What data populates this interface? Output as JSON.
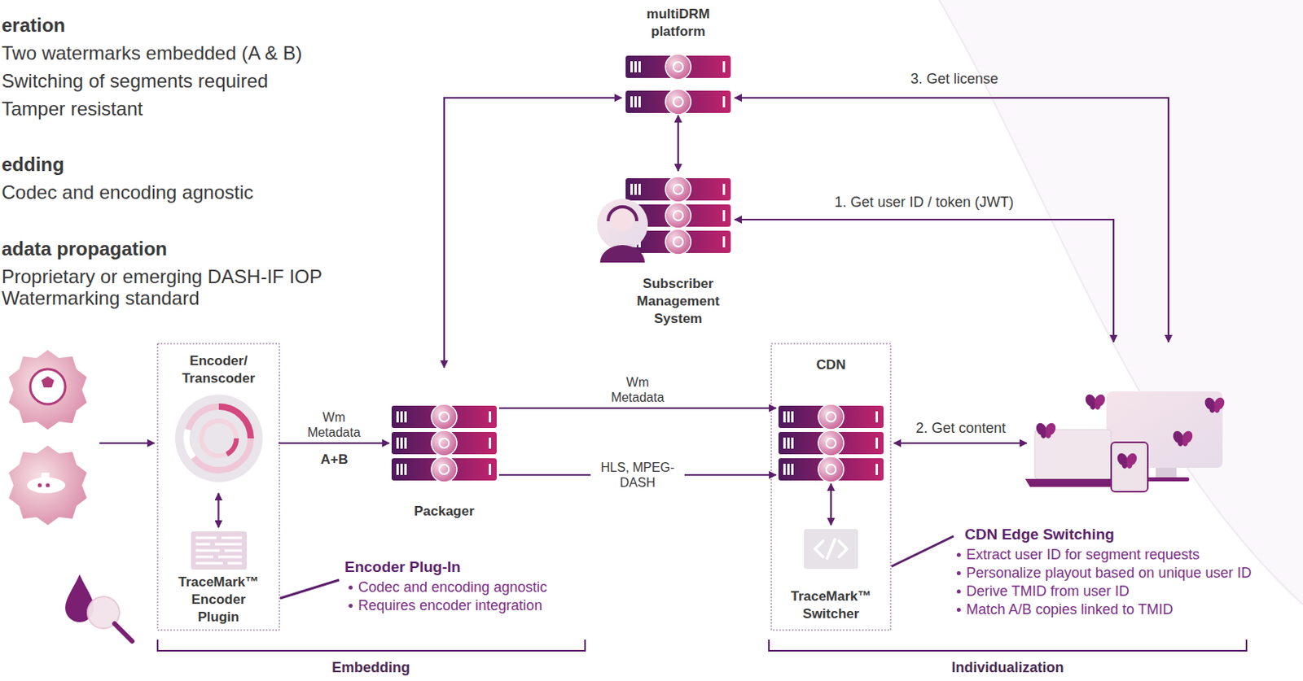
{
  "diagram": {
    "nodes": [
      {
        "text": [
          "multiDRM platform"
        ]
      },
      {
        "text": [
          "Subscriber Management System"
        ]
      },
      {
        "text": [
          "Encoder/ Transcoder"
        ]
      },
      {
        "text": [
          "TraceMark™ Encoder Plugin"
        ]
      },
      {
        "text": [
          "Packager"
        ]
      },
      {
        "text": [
          "CDN"
        ]
      },
      {
        "text": [
          "TraceMark™ Switcher"
        ]
      }
    ],
    "edges": [
      {
        "from": 2,
        "to": 4,
        "label": "Wm Metadata",
        "arrow": "to"
      },
      {
        "from": 4,
        "to": 5,
        "label": "Wm Metadata",
        "arrow": "to"
      },
      {
        "from": 4,
        "to": 5,
        "label": "HLS, MPEG-DASH",
        "arrow": "to"
      },
      {
        "from": 4,
        "to": 0,
        "arrow": "both"
      },
      {
        "from": 0,
        "to": 1,
        "arrow": "both"
      },
      {
        "from": 2,
        "to": 3,
        "arrow": "both"
      },
      {
        "from": 5,
        "to": 6,
        "arrow": "both"
      }
    ],
    "labels": [
      "eration",
      "Two watermarks embedded (A & B)",
      "Switching of segments required",
      "Tamper resistant",
      "edding",
      "Codec and encoding agnostic",
      "adata propagation",
      "Proprietary or emerging DASH-IF IOP Watermarking standard",
      "3. Get license",
      "1. Get user ID / token (JWT)",
      "A+B",
      "2. Get content",
      "Encoder Plug-In",
      "Codec and encoding agnostic",
      "Requires encoder integration",
      "CDN Edge Switching",
      "Extract user ID for segment requests",
      "Personalize playout based on unique user ID",
      "Derive TMID from user ID",
      "Match A/B copies linked to TMID",
      "Embedding",
      "Individualization"
    ]
  }
}
